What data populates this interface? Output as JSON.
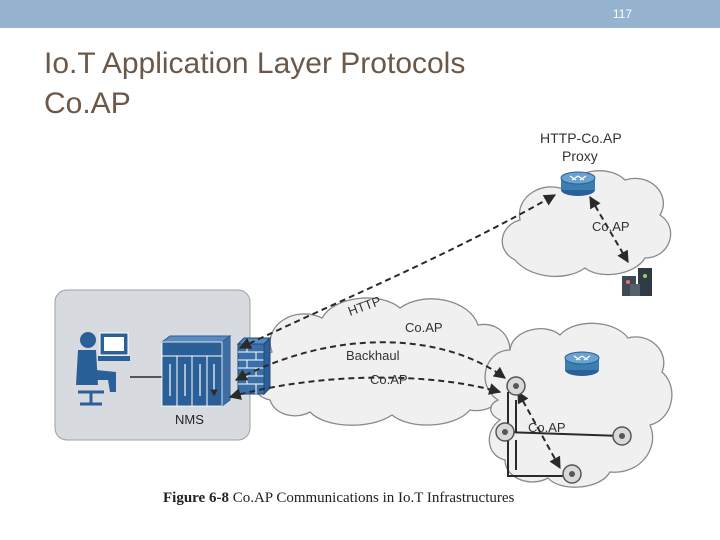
{
  "slide": {
    "number": "117",
    "title_line1": "Io.T Application Layer Protocols",
    "title_line2": "Co.AP"
  },
  "diagram": {
    "labels": {
      "proxy_line1": "HTTP-Co.AP",
      "proxy_line2": "Proxy",
      "coap_top": "Co.AP",
      "http": "HTTP",
      "coap_upper": "Co.AP",
      "backhaul": "Backhaul",
      "coap_lower": "Co.AP",
      "nms": "NMS",
      "coap_mesh": "Co.AP"
    },
    "caption_figure": "Figure 6-8",
    "caption_text": "Co.AP Communications in Io.T Infrastructures",
    "icons": [
      "workstation-user-icon",
      "nms-server-icon",
      "firewall-icon",
      "router-icon",
      "iot-device-icon",
      "mesh-node-icon"
    ]
  },
  "colors": {
    "topbar": "#96b4cf",
    "title": "#6b5848",
    "router": "#3a7fb0",
    "user": "#2b5f97",
    "cloud_fill": "#f0f0f0",
    "cloud_stroke": "#8a8a8a",
    "nms_panel": "#d7dbe0"
  }
}
